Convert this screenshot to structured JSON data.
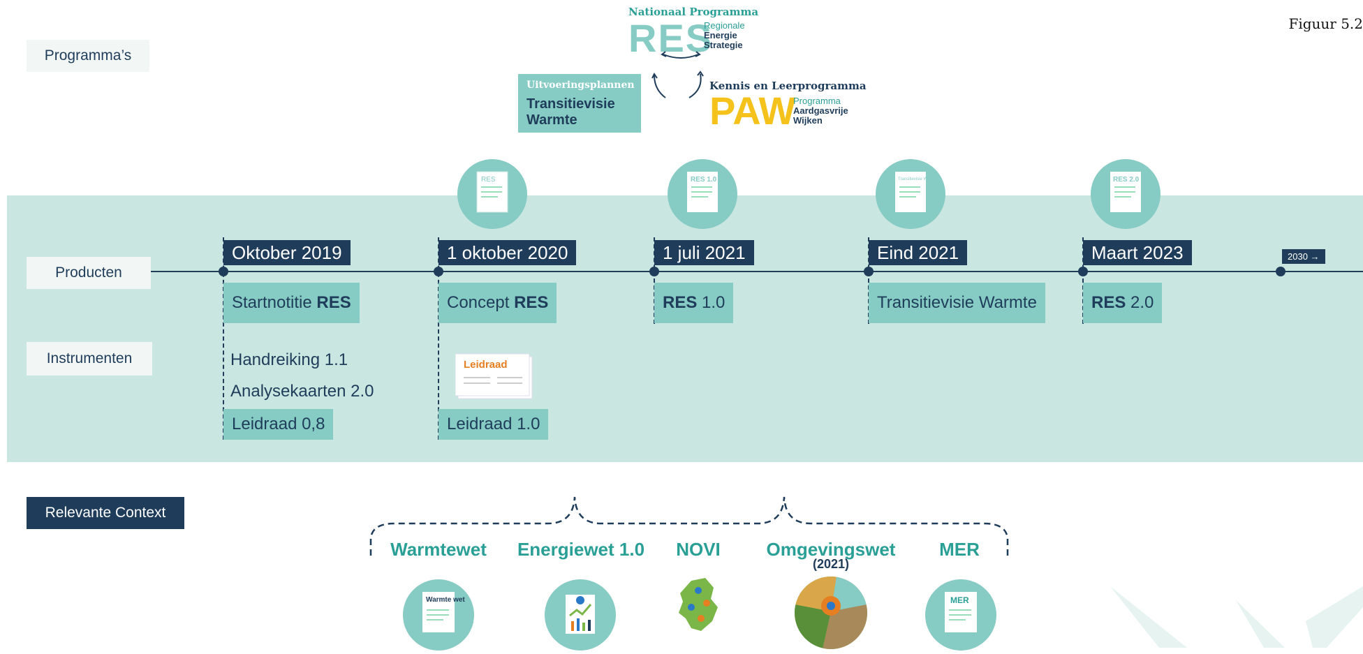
{
  "figure_label": "Figuur 5.2",
  "row_labels": {
    "programmas": "Programma’s",
    "producten": "Producten",
    "instrumenten": "Instrumenten",
    "context": "Relevante Context"
  },
  "programs": {
    "res": {
      "top": "Nationaal Programma",
      "mark": "RES",
      "line1": "Regionale",
      "line2": "Energie",
      "line3": "Strategie"
    },
    "tvw": {
      "top": "Uitvoeringsplannen",
      "line1": "Transitievisie",
      "line2": "Warmte"
    },
    "paw": {
      "top": "Kennis en Leerprogramma",
      "mark": "PAW",
      "line1": "Programma",
      "line2": "Aardgasvrije",
      "line3": "Wijken"
    }
  },
  "milestones": [
    {
      "date": "Oktober 2019",
      "product_pre": "Startnotitie ",
      "product_bold": "RES",
      "product_post": ""
    },
    {
      "date": "1 oktober 2020",
      "product_pre": "Concept ",
      "product_bold": "RES",
      "product_post": "",
      "doc_label": "RES"
    },
    {
      "date": "1 juli 2021",
      "product_pre": "",
      "product_bold": "RES",
      "product_post": " 1.0",
      "doc_label": "RES 1.0"
    },
    {
      "date": "Eind 2021",
      "product_pre": "Transitievisie Warmte",
      "product_bold": "",
      "product_post": "",
      "doc_label": "Transitievisie Warmte"
    },
    {
      "date": "Maart 2023",
      "product_pre": "",
      "product_bold": "RES",
      "product_post": " 2.0",
      "doc_label": "RES 2.0"
    }
  ],
  "end_marker": "2030 →",
  "instruments": {
    "col1": [
      "Handreiking 1.1",
      "Analysekaarten 2.0",
      "Leidraad 0,8"
    ],
    "col2_doc_label": "Leidraad",
    "col2": [
      "Leidraad 1.0"
    ]
  },
  "context": [
    {
      "title": "Warmtewet",
      "sub": "",
      "icon_label": "Warmte wet"
    },
    {
      "title": "Energiewet 1.0",
      "sub": ""
    },
    {
      "title": "NOVI",
      "sub": ""
    },
    {
      "title": "Omgevingswet",
      "sub": "(2021)"
    },
    {
      "title": "MER",
      "sub": "",
      "icon_label": "MER"
    }
  ],
  "colors": {
    "navy": "#1f3d5a",
    "teal": "#86cbc4",
    "band": "#c9e6e1",
    "accent_teal": "#2a9f96",
    "paw_yellow": "#f5c21b",
    "leidraad_orange": "#e67e22"
  }
}
